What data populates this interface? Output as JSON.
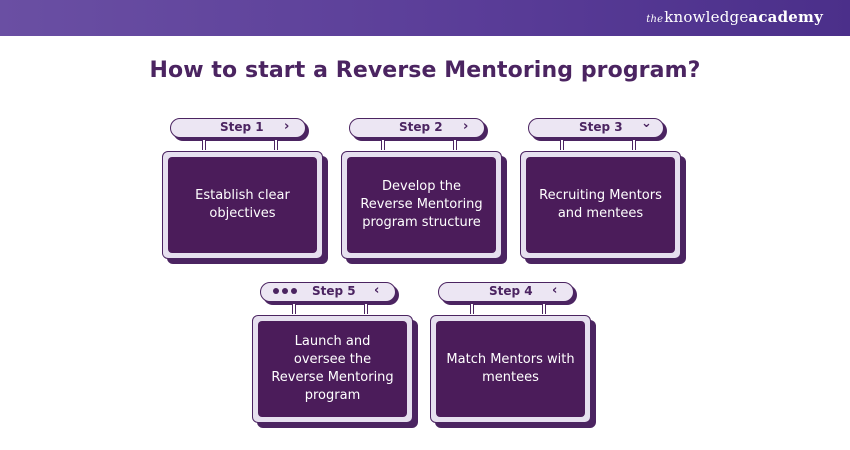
{
  "brand": {
    "the": "the",
    "knowledge": "knowledge",
    "academy": "academy"
  },
  "title": "How to start a Reverse Mentoring program?",
  "steps": [
    {
      "label": "Step 1",
      "icon": "›",
      "text": "Establish clear objectives"
    },
    {
      "label": "Step 2",
      "icon": "›",
      "text": "Develop the Reverse Mentoring program structure"
    },
    {
      "label": "Step 3",
      "icon": "⌄",
      "text": "Recruiting Mentors and mentees"
    },
    {
      "label": "Step 4",
      "icon": "‹",
      "text": "Match Mentors with mentees"
    },
    {
      "label": "Step 5",
      "icon": "‹",
      "text": "Launch and oversee the Reverse Mentoring program"
    }
  ],
  "colors": {
    "banner": "#5a3d98",
    "title": "#4b2461",
    "card": "#4b1c5a",
    "pill": "#ece6f3"
  }
}
